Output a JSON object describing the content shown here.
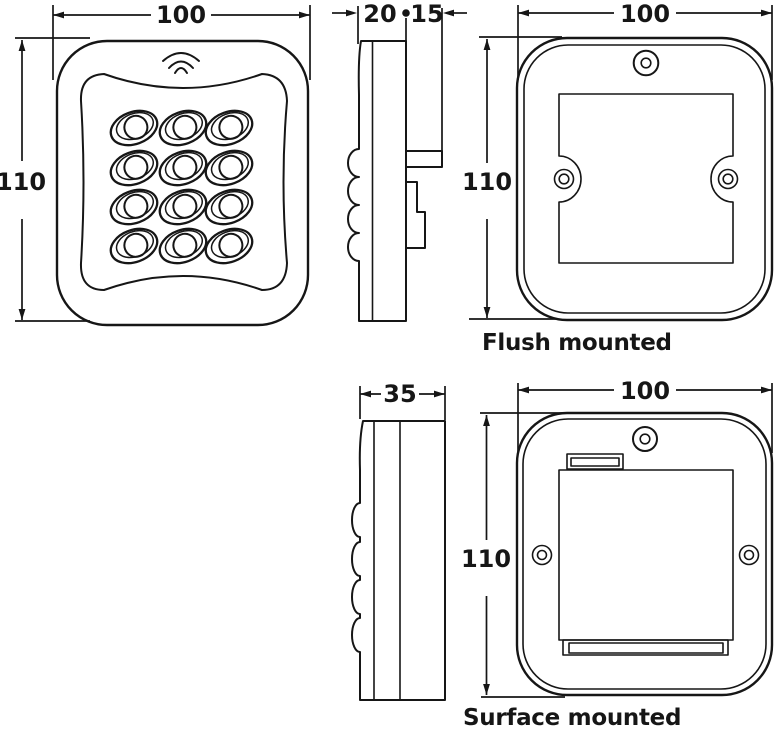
{
  "canvas": {
    "background": "#ffffff",
    "line_color": "#161616"
  },
  "views": {
    "front": {
      "width_dim": "100",
      "height_dim": "110",
      "keypad": {
        "rows": 4,
        "columns": 3
      }
    },
    "flush_side": {
      "depth_dim": "20",
      "lug_dim": "15"
    },
    "flush_back": {
      "width_dim": "100",
      "height_dim": "110",
      "caption": "Flush mounted"
    },
    "surface_side": {
      "depth_dim": "35"
    },
    "surface_back": {
      "width_dim": "100",
      "height_dim": "110",
      "caption": "Surface mounted"
    }
  }
}
